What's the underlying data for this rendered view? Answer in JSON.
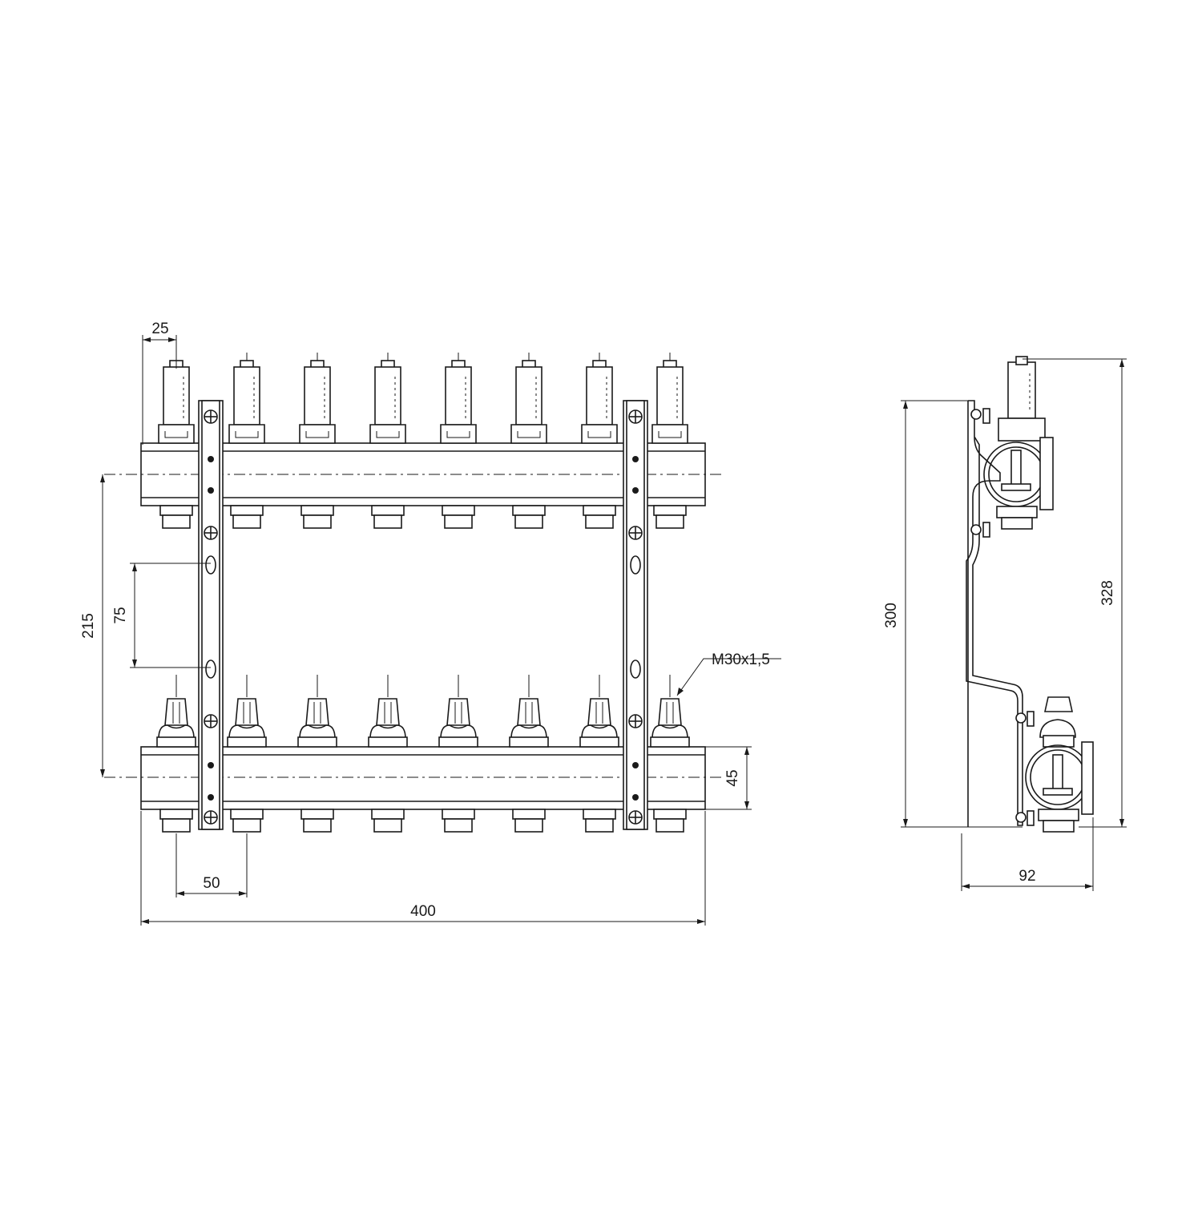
{
  "dimensions": {
    "outlet_width": "25",
    "outlet_pitch": "50",
    "overall_length": "400",
    "bar_height": "45",
    "pipe_spacing": "215",
    "mount_hole_spacing": "75",
    "thread": "M30x1,5",
    "side_height_bracket": "300",
    "side_height_total": "328",
    "side_depth": "92"
  },
  "outlets_per_bar": 8,
  "colors": {
    "line": "#1a1a1a",
    "background": "#ffffff"
  }
}
